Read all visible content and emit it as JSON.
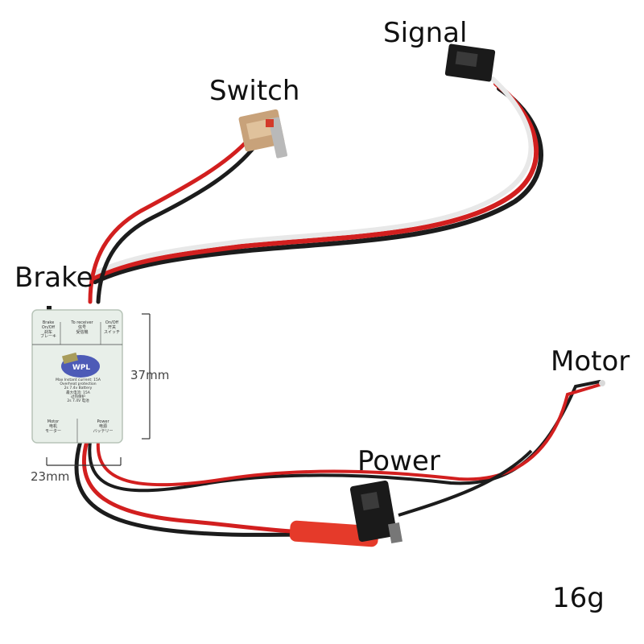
{
  "labels": {
    "signal": "Signal",
    "switch": "Switch",
    "brake": "Brake",
    "motor": "Motor",
    "power": "Power",
    "weight": "16g"
  },
  "dimensions": {
    "height": "37mm",
    "width": "23mm"
  },
  "esc_board": {
    "brake_text": "Brake\nOn/Off\n刹车\nブレーキ",
    "receiver_text": "To receiver\n信号\n受信機",
    "switch_text": "On/Off\n开关\nスイッチ",
    "logo": "WPL",
    "spec_text": "Max Instant current: 15A\nOverheat protection\n2s 7.4v Battery\n最大电流: 15A\n过热保护\n2s 7.4V 电池",
    "motor_text": "Motor\n电机\nモーター",
    "power_text": "Power\n电源\nバッテリー"
  },
  "colors": {
    "wire_red": "#d21f1f",
    "wire_black": "#1c1c1c",
    "wire_white": "#f2f2f2",
    "board": "#e8efe9",
    "connector": "#1a1a1a",
    "jst_red": "#e53a2a"
  }
}
